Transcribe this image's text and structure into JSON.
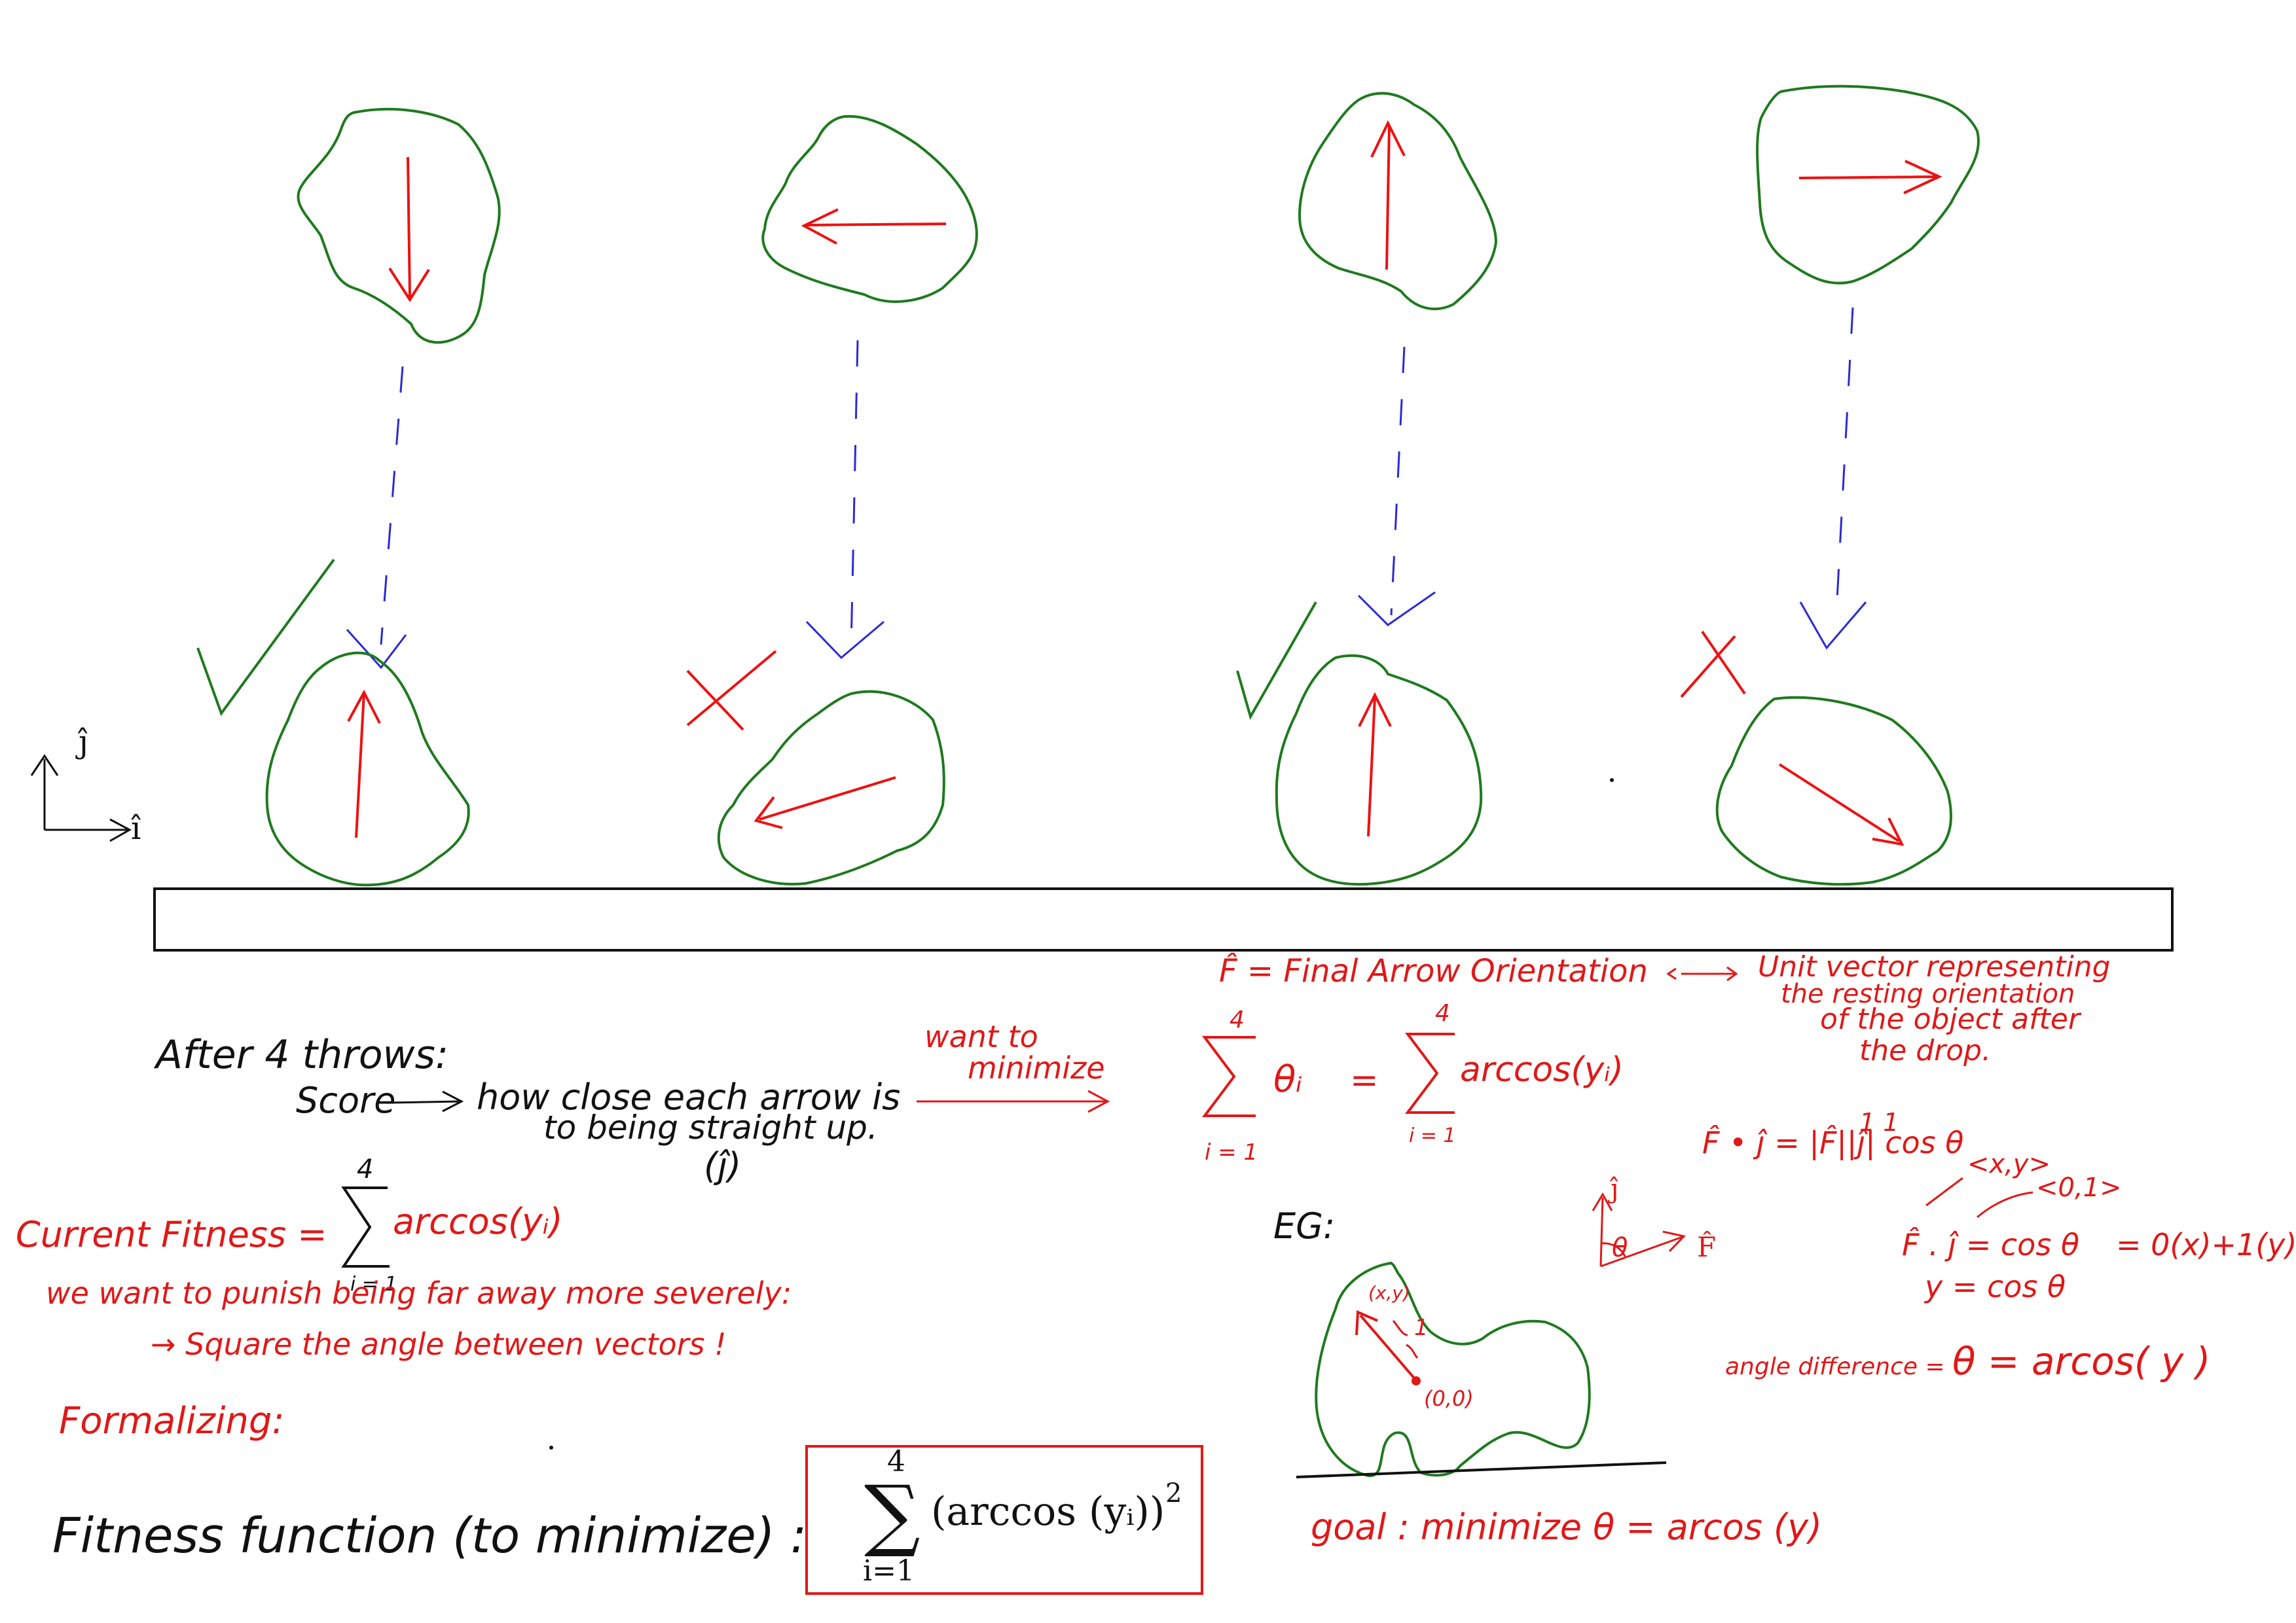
{
  "colors": {
    "blob": "#1f7a1f",
    "arrow": "#ee1111",
    "fall": "#2a2ad6",
    "text_black": "#111111",
    "text_red": "#e01818",
    "ground": "#111111"
  },
  "axes_labels": {
    "up": "ĵ",
    "right": "î"
  },
  "ground_marks": [
    "check",
    "cross",
    "check",
    "cross"
  ],
  "notes": {
    "after": "After 4 throws:",
    "score": "Score",
    "score_desc_1": "how close each arrow is",
    "score_desc_2": "to being straight up.",
    "score_desc_3": "(ĵ)",
    "want_1": "want to",
    "want_2": "minimize",
    "current_fitness": "Current Fitness =",
    "current_fitness_term": "arccos(yᵢ)",
    "sum_upper": "4",
    "sum_lower": "i = 1",
    "punish": "we want to punish being far away more severely:",
    "square": "→ Square the angle between vectors !",
    "formalizing": "Formalizing:",
    "fitness_fn": "Fitness function (to minimize) :",
    "formula_body": "(arccos (yᵢ))",
    "formula_power": "2",
    "formula_upper": "4",
    "formula_lower": "i=1"
  },
  "right_notes": {
    "fhat_def": "F̂ = Final Arrow Orientation",
    "unit_vec_1": "Unit vector representing",
    "unit_vec_2": "the resting orientation",
    "unit_vec_3": "of the object after",
    "unit_vec_4": "the drop.",
    "sum_theta": "θᵢ",
    "equals": "=",
    "sum_arccos": "arccos(yᵢ)",
    "sum_upper": "4",
    "sum_lower": "i = 1",
    "dot_1": "F̂ • ĵ = |F̂||ĵ| cos θ",
    "ones": "1   1",
    "xy": "<x,y>",
    "zero_one": "<0,1>",
    "dot_2": "F̂ . ĵ = cos θ",
    "dot_3": "= 0(x)+1(y)",
    "y_cos": "y = cos θ",
    "angle_diff_label": "angle difference =",
    "angle_diff": "θ = arcos( y )",
    "eg": "EG:",
    "theta": "θ",
    "j_hat": "ĵ",
    "f_hat": "F̂",
    "xy_point": "(x,y)",
    "one": "1",
    "origin": "(0,0)",
    "goal": "goal : minimize θ = arcos (y)"
  }
}
